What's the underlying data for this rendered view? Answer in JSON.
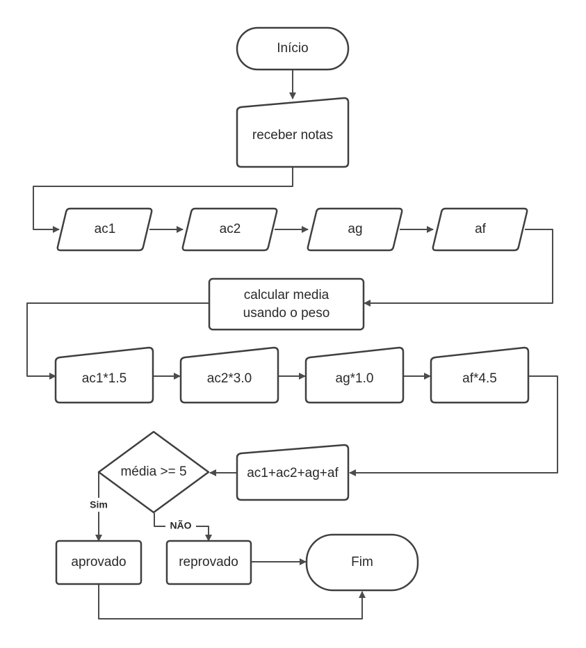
{
  "diagram": {
    "nodes": {
      "inicio": "Início",
      "receber_notas": "receber notas",
      "ac1": "ac1",
      "ac2": "ac2",
      "ag": "ag",
      "af": "af",
      "calcular_line1": "calcular media",
      "calcular_line2": "usando o peso",
      "ac1_peso": "ac1*1.5",
      "ac2_peso": "ac2*3.0",
      "ag_peso": "ag*1.0",
      "af_peso": "af*4.5",
      "soma": "ac1+ac2+ag+af",
      "decisao": "média >= 5",
      "aprovado": "aprovado",
      "reprovado": "reprovado",
      "fim": "Fim"
    },
    "edge_labels": {
      "sim": "Sim",
      "nao": "NÃO"
    },
    "colors": {
      "stroke": "#3f3f3f",
      "edge": "#4b4b4b",
      "text": "#2a2a2a",
      "background": "#ffffff"
    }
  }
}
